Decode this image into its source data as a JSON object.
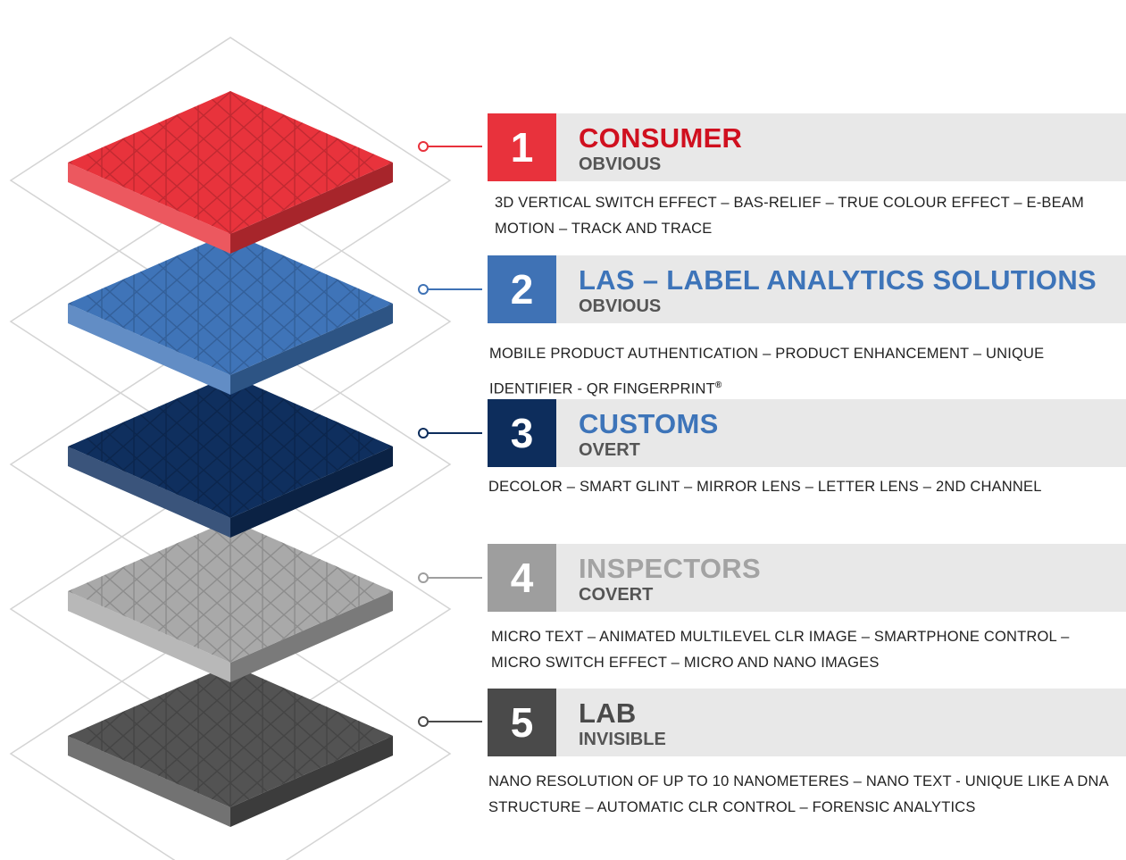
{
  "layers": [
    {
      "number": "1",
      "title": "CONSUMER",
      "subtitle": "OBVIOUS",
      "description_lines": [
        "3D VERTICAL SWITCH EFFECT – BAS-RELIEF – TRUE COLOUR EFFECT – E-BEAM",
        "MOTION – TRACK AND TRACE"
      ],
      "box_color": "#e8323c",
      "title_color": "#d0101f",
      "tile_color": "#e8333c"
    },
    {
      "number": "2",
      "title": "LAS – LABEL ANALYTICS SOLUTIONS",
      "subtitle": "OBVIOUS",
      "description_lines": [
        "MOBILE PRODUCT AUTHENTICATION – PRODUCT ENHANCEMENT – UNIQUE",
        "IDENTIFIER -  QR FINGERPRINT"
      ],
      "registered_mark": "®",
      "box_color": "#3f72b5",
      "title_color": "#3d74b9",
      "tile_color": "#3f74b8"
    },
    {
      "number": "3",
      "title": "CUSTOMS",
      "subtitle": "OVERT",
      "description_lines": [
        "DECOLOR – SMART GLINT – MIRROR LENS – LETTER LENS – 2ND CHANNEL"
      ],
      "box_color": "#0d2d5c",
      "title_color": "#3d74b9",
      "tile_color": "#0f2f5e"
    },
    {
      "number": "4",
      "title": "INSPECTORS",
      "subtitle": "COVERT",
      "description_lines": [
        "MICRO TEXT – ANIMATED MULTILEVEL CLR IMAGE – SMARTPHONE CONTROL –",
        "MICRO SWITCH EFFECT – MICRO AND NANO IMAGES"
      ],
      "box_color": "#9e9e9e",
      "title_color": "#a3a3a3",
      "tile_color": "#a9a9a9"
    },
    {
      "number": "5",
      "title": "LAB",
      "subtitle": "INVISIBLE",
      "description_lines": [
        "NANO RESOLUTION OF UP TO 10 NANOMETERES – NANO TEXT - UNIQUE LIKE A DNA",
        "STRUCTURE – AUTOMATIC CLR CONTROL – FORENSIC ANALYTICS"
      ],
      "box_color": "#4a4a4a",
      "title_color": "#4a4a4a",
      "tile_color": "#535353"
    }
  ]
}
